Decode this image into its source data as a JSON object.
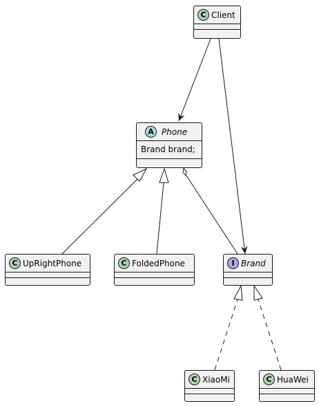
{
  "colors": {
    "class_badge": "#add1b2",
    "abstract_badge": "#a9dcdf",
    "interface_badge": "#b4a7e5",
    "box_fill": "#f1f1f1",
    "line": "#181818"
  },
  "classes": {
    "client": {
      "name": "Client",
      "stereotype": "C"
    },
    "phone": {
      "name": "Phone",
      "stereotype": "A",
      "field": "Brand brand;"
    },
    "uprightphone": {
      "name": "UpRightPhone",
      "stereotype": "C"
    },
    "foldedphone": {
      "name": "FoldedPhone",
      "stereotype": "C"
    },
    "brand": {
      "name": "Brand",
      "stereotype": "I"
    },
    "xiaomi": {
      "name": "XiaoMi",
      "stereotype": "C"
    },
    "huawei": {
      "name": "HuaWei",
      "stereotype": "C"
    }
  },
  "relations": [
    {
      "from": "Client",
      "to": "Phone",
      "kind": "association"
    },
    {
      "from": "Client",
      "to": "Brand",
      "kind": "association"
    },
    {
      "from": "Phone",
      "to": "Brand",
      "kind": "aggregation"
    },
    {
      "from": "UpRightPhone",
      "to": "Phone",
      "kind": "generalization"
    },
    {
      "from": "FoldedPhone",
      "to": "Phone",
      "kind": "generalization"
    },
    {
      "from": "XiaoMi",
      "to": "Brand",
      "kind": "realization"
    },
    {
      "from": "HuaWei",
      "to": "Brand",
      "kind": "realization"
    }
  ]
}
